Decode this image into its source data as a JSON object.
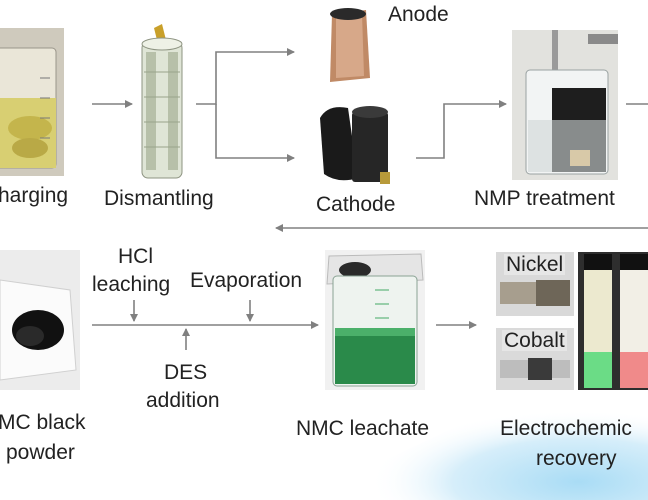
{
  "labels": {
    "discharging": "harging",
    "dismantling": "Dismantling",
    "anode": "Anode",
    "cathode": "Cathode",
    "nmp_treatment": "NMP treatment",
    "hcl_line1": "HCl",
    "hcl_line2": "leaching",
    "evaporation": "Evaporation",
    "des_line1": "DES",
    "des_line2": "addition",
    "black_powder_line1": "MC black",
    "black_powder_line2": "powder",
    "nmc_leachate": "NMC leachate",
    "nickel": "Nickel",
    "cobalt": "Cobalt",
    "electrochem_line1": "Electrochemic",
    "electrochem_line2": "recovery"
  },
  "colors": {
    "arrow": "#808080",
    "leachate_green": "#2a8a4a",
    "sky_blue": "#bfe3f5",
    "copper": "#c08a66",
    "cathode_black": "#1a1a1a"
  }
}
